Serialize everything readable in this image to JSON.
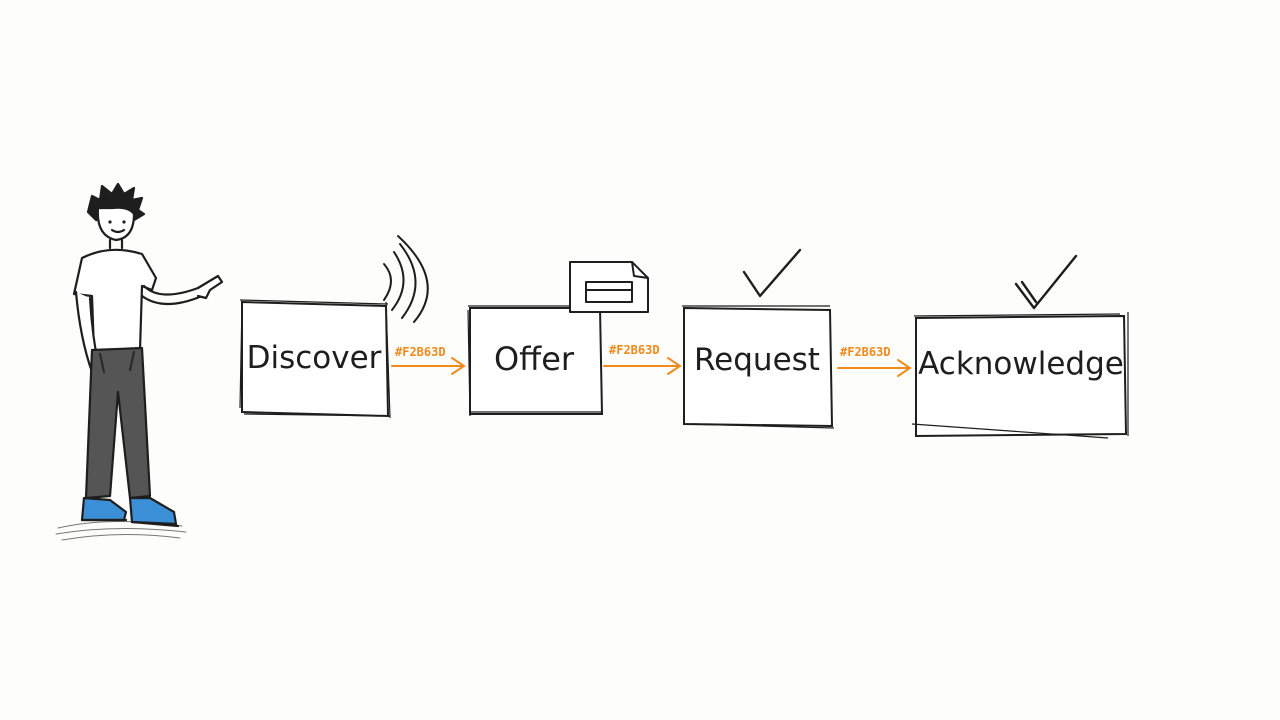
{
  "accent_color": "#F2B63D",
  "arrow_draw_color": "#F08A1C",
  "ink_color": "#1e1e1e",
  "steps": [
    {
      "label": "Discover",
      "icon": "wifi-signal-icon"
    },
    {
      "label": "Offer",
      "icon": "document-icon"
    },
    {
      "label": "Request",
      "icon": "checkmark-icon"
    },
    {
      "label": "Acknowledge",
      "icon": "checkmark-icon"
    }
  ],
  "arrows": [
    {
      "label": "#F2B63D"
    },
    {
      "label": "#F2B63D"
    },
    {
      "label": "#F2B63D"
    }
  ],
  "presenter": {
    "icon": "presenter-person-icon",
    "shoe_color": "#3a8fd6",
    "pants_color": "#555555"
  }
}
